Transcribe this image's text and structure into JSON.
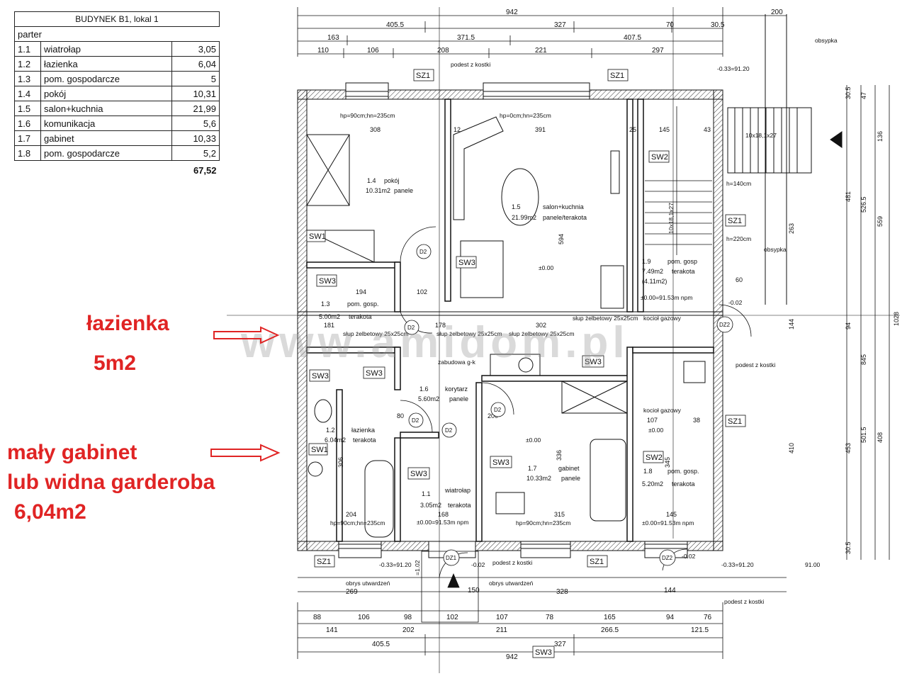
{
  "table": {
    "title": "BUDYNEK B1, lokal 1",
    "section": "parter",
    "rows": [
      {
        "no": "1.1",
        "name": "wiatrołap",
        "area": "3,05"
      },
      {
        "no": "1.2",
        "name": "łazienka",
        "area": "6,04"
      },
      {
        "no": "1.3",
        "name": "pom. gospodarcze",
        "area": "5"
      },
      {
        "no": "1.4",
        "name": "pokój",
        "area": "10,31"
      },
      {
        "no": "1.5",
        "name": "salon+kuchnia",
        "area": "21,99"
      },
      {
        "no": "1.6",
        "name": "komunikacja",
        "area": "5,6"
      },
      {
        "no": "1.7",
        "name": "gabinet",
        "area": "10,33"
      },
      {
        "no": "1.8",
        "name": "pom. gospodarcze",
        "area": "5,2"
      }
    ],
    "total": "67,52"
  },
  "annotations": {
    "bathroom_line1": "łazienka",
    "bathroom_line2": "5m2",
    "office_line1": "mały gabinet",
    "office_line2": "lub widna garderoba",
    "office_line3": "6,04m2",
    "color": "#e02424"
  },
  "watermark": "www.amidom.pl",
  "plan": {
    "rooms": {
      "r14": [
        "1.4",
        "pokój",
        "10.31m2",
        "panele"
      ],
      "r15": [
        "1.5",
        "salon+kuchnia",
        "21.99m2",
        "panele/terakota"
      ],
      "r13": [
        "1.3",
        "pom. gosp.",
        "5.00m2",
        "terakota"
      ],
      "r19": [
        "1.9",
        "pom. gosp",
        "7.49m2",
        "terakota",
        "(4.11m2)"
      ],
      "r16": [
        "1.6",
        "korytarz",
        "5.60m2",
        "panele"
      ],
      "r12": [
        "1.2",
        "łazienka",
        "6.04m2",
        "terakota"
      ],
      "r11": [
        "1.1",
        "wiatrołap",
        "3.05m2",
        "terakota"
      ],
      "r17": [
        "1.7",
        "gabinet",
        "10.33m2",
        "panele"
      ],
      "r18": [
        "1.8",
        "pom. gosp.",
        "5.20m2",
        "terakota"
      ]
    },
    "tags": {
      "sz1": "SZ1",
      "sw1": "SW1",
      "sw2": "SW2",
      "sw3": "SW3",
      "d2": "D2",
      "dz1": "DZ1",
      "dz2": "DZ2"
    },
    "dims_top": {
      "d942": "942",
      "d200": "200",
      "d4055": "405.5",
      "d327": "327",
      "d70": "70",
      "d305": "30.5",
      "d163": "163",
      "d3715": "371.5",
      "d4075": "407.5",
      "d110": "110",
      "d106": "106",
      "d208": "208",
      "d221": "221",
      "d297": "297"
    },
    "dims_bottom": {
      "d269": "269",
      "d150": "150",
      "d328": "328",
      "d144": "144",
      "d88": "88",
      "d106": "106",
      "d98": "98",
      "d102": "102",
      "d107": "107",
      "d78": "78",
      "d165": "165",
      "d94": "94",
      "d76": "76",
      "d141": "141",
      "d202": "202",
      "d211": "211",
      "d2665": "266.5",
      "d1215": "121.5",
      "d4055": "405.5",
      "d327": "327",
      "d942": "942"
    },
    "dims_right": {
      "d305a": "30.5",
      "d47": "47",
      "d136": "136",
      "d481": "481",
      "d5265": "526.5",
      "d559": "559",
      "d1028": "1028",
      "d94": "94",
      "d144": "144",
      "d845": "845",
      "d453": "453",
      "d5015": "501.5",
      "d408": "408",
      "d410": "410",
      "d305b": "30.5",
      "d263": "263",
      "d60": "60"
    },
    "dims_inner": {
      "d308": "308",
      "d391": "391",
      "d145a": "145",
      "d194": "194",
      "d102": "102",
      "d181": "181",
      "d178": "178",
      "d302": "302",
      "d80": "80",
      "d204": "204",
      "d168": "168",
      "d315": "315",
      "d145b": "145",
      "d107": "107",
      "d594": "594",
      "d306": "306",
      "d336": "336",
      "d12": "12",
      "d25": "25",
      "d43": "43",
      "d200": "200",
      "d38": "38",
      "d345": "345"
    },
    "notes": {
      "hp1": "hp=90cm;hn=235cm",
      "hp2": "hp=0cm;hn=235cm",
      "hp3": "hp=90cm;hn=235cm",
      "hp4": "hp=90cm;hn=235cm",
      "obsypka1": "obsypka",
      "obsypka2": "obsypka",
      "podest1": "podest z kostki",
      "podest2": "podest z kostki",
      "podest3": "podest z kostki",
      "podest4": "podest z kostki",
      "lvl_top": "-0.33=91.20",
      "lvl_bl": "-0.33=91.20",
      "lvl_br": "-0.33=91.20",
      "lvl_91": "91.00",
      "zero1": "±0.00",
      "zero2": "±0.00=91.53m npm",
      "zero3": "±0.00",
      "zero4": "±0.00",
      "zero5": "±0.00=91.53m npm",
      "zero6": "±0.00=91.53m npm",
      "slup1": "słup żelbetowy 25x25cm",
      "slup2": "słup żelbetowy 25x25cm",
      "slup3": "słup żelbetowy 25x25cm",
      "slup4": "słup żelbetowy 25x25cm",
      "kociol1": "kocioł gazowy",
      "kociol2": "kocioł gazowy",
      "zabudowa": "zabudowa g-k",
      "stairs": "10x18,1x27",
      "stairs2": "10x18,1x27",
      "h140": "h=140cm",
      "h220": "h=220cm",
      "obrys1": "obrys utwardzeń",
      "obrys2": "obrys utwardzeń",
      "m002a": "-0.02",
      "m002b": "-0.02",
      "m002c": "-0.02",
      "m102": "=1.02"
    }
  }
}
